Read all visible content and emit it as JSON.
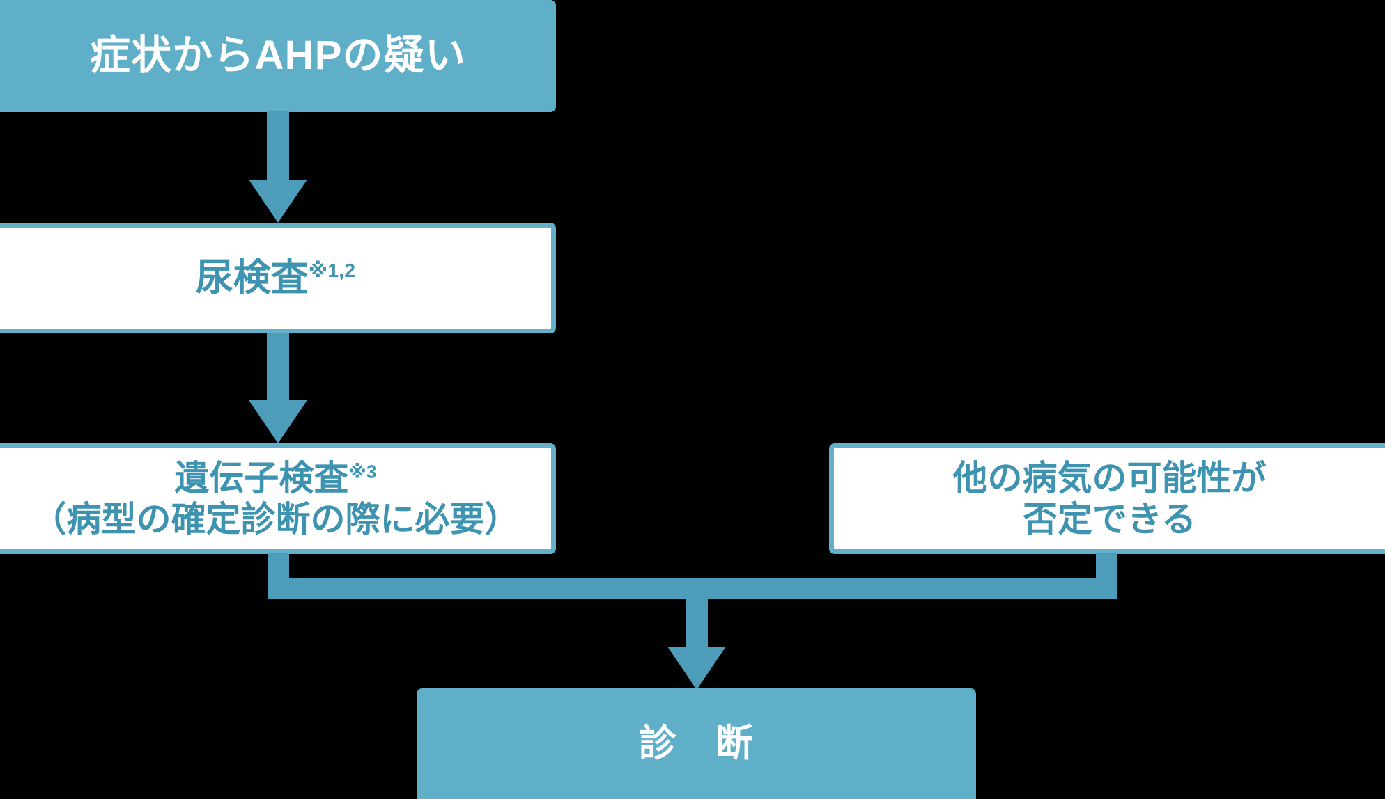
{
  "diagram": {
    "title": "AHP diagnostic flowchart",
    "colors": {
      "background": "#000000",
      "teal_fill": "#5FAFC8",
      "teal_border": "#62B0CA",
      "teal_connector": "#4D9DBA",
      "text_on_fill": "#FFFFFF",
      "text_on_white": "#3E93B0"
    },
    "nodes": {
      "suspect": {
        "label": "症状からAHPの疑い",
        "style": "filled"
      },
      "urine_test": {
        "label": "尿検査",
        "footnote": "※1,2",
        "style": "outlined"
      },
      "genetic_test": {
        "label": "遺伝子検査",
        "footnote": "※3",
        "sub_label": "（病型の確定診断の際に必要）",
        "style": "outlined"
      },
      "other_disease": {
        "label": "他の病気の可能性が\n否定できる",
        "style": "outlined"
      },
      "diagnosis": {
        "label": "診　断",
        "style": "filled"
      }
    },
    "connectors": [
      {
        "name": "suspect-to-urine",
        "type": "arrow-down"
      },
      {
        "name": "urine-to-genetic",
        "type": "arrow-down"
      },
      {
        "name": "merge-to-diagnosis",
        "type": "merge-arrow-down"
      }
    ]
  }
}
